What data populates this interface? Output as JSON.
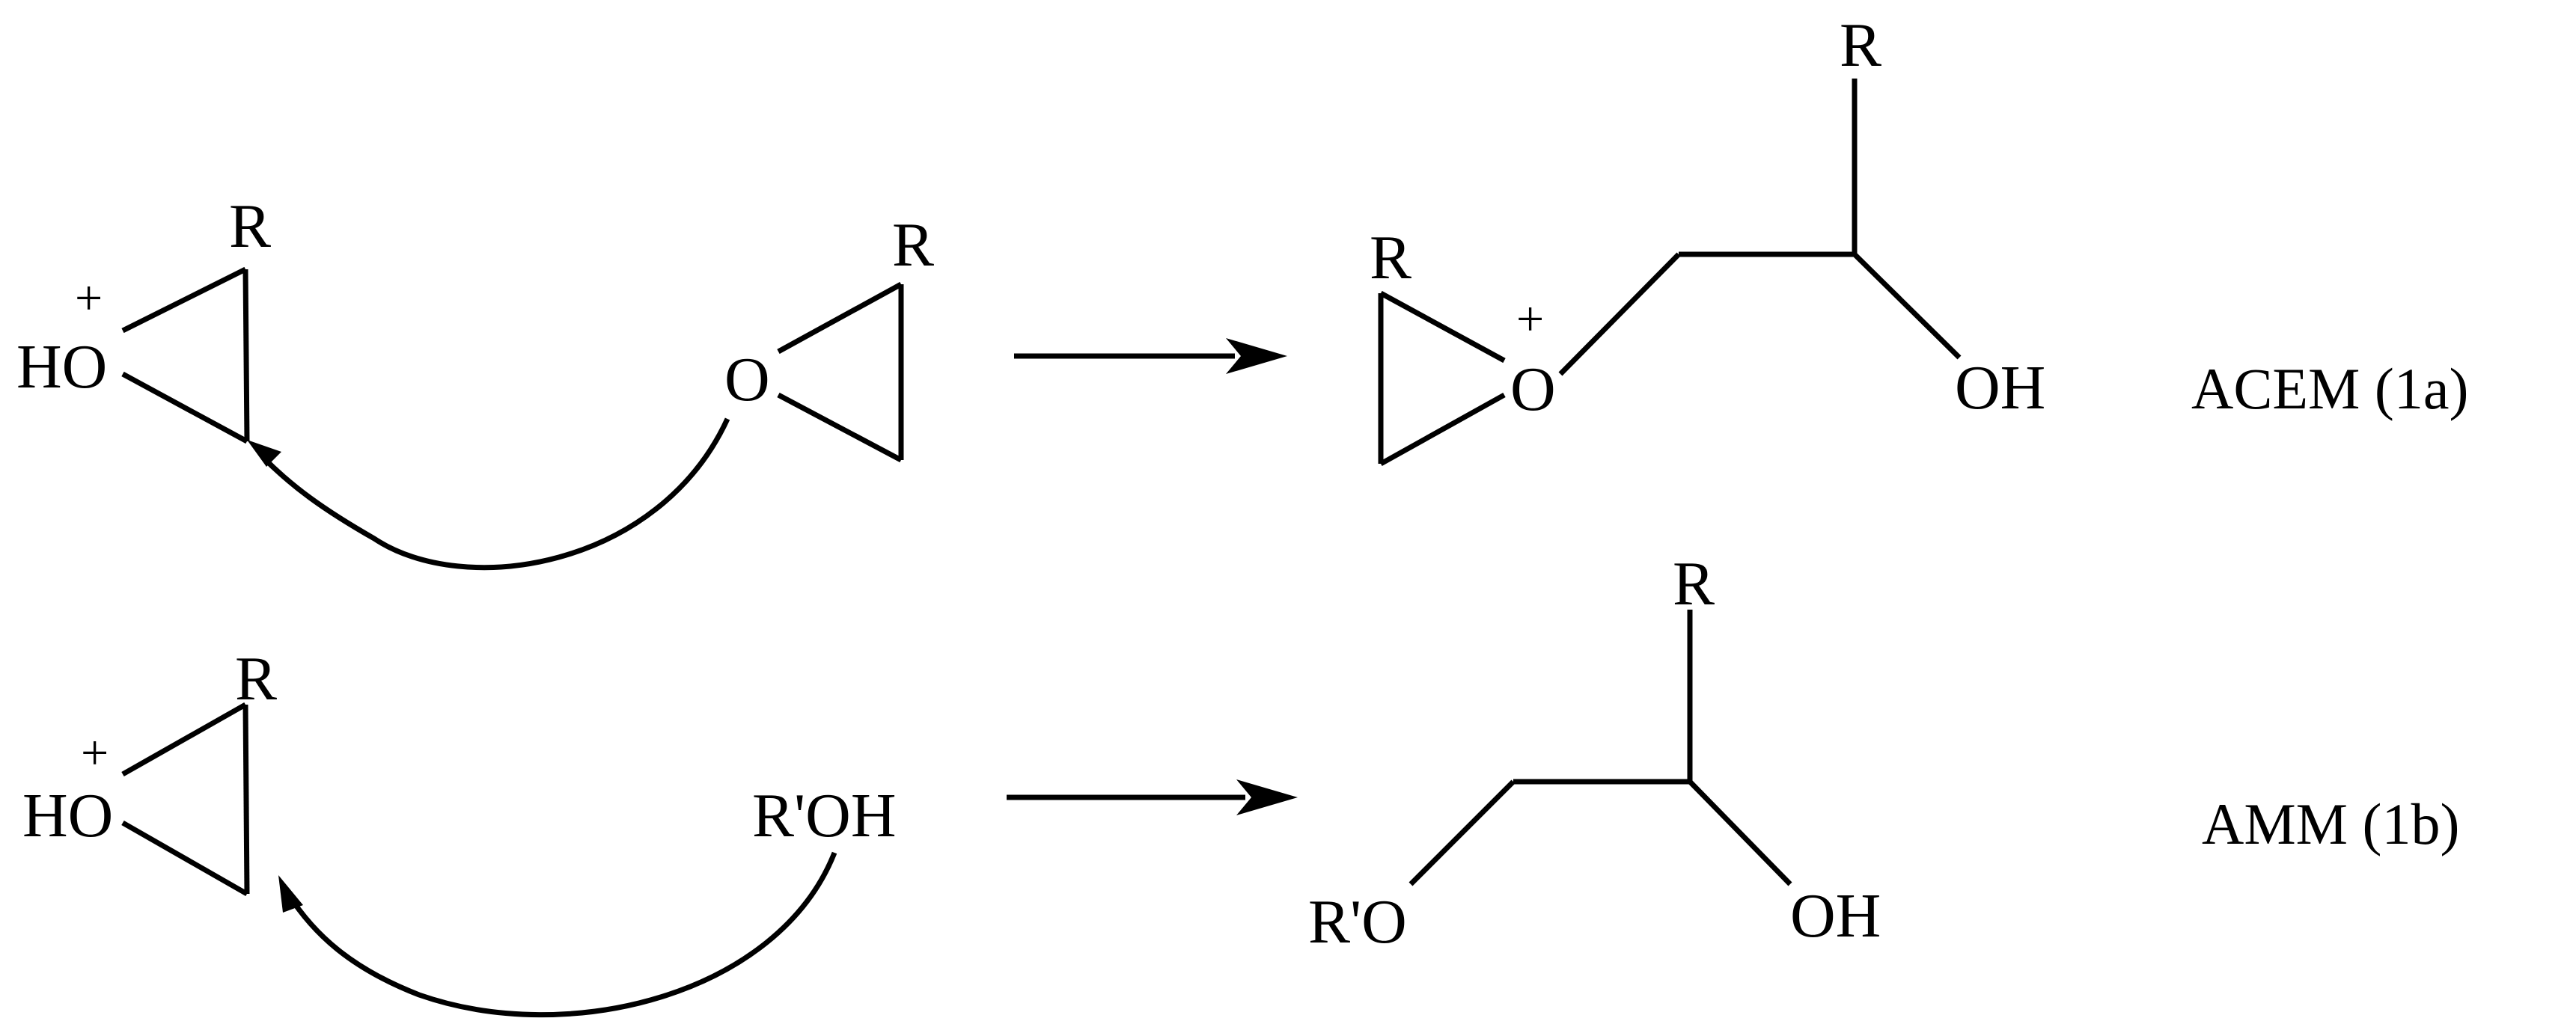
{
  "reactions": [
    {
      "reactant_protonated": {
        "substituent": "R",
        "oxygen": "HO",
        "charge": "+"
      },
      "nucleophile": {
        "substituent": "R",
        "oxygen": "O"
      },
      "product": {
        "ring_substituent": "R",
        "ring_oxygen": "O",
        "charge": "+",
        "chain_substituent": "R",
        "hydroxyl": "OH"
      },
      "label": "ACEM (1a)"
    },
    {
      "reactant_protonated": {
        "substituent": "R",
        "oxygen": "HO",
        "charge": "+"
      },
      "nucleophile": {
        "formula": "R'OH"
      },
      "product": {
        "ether": "R'O",
        "chain_substituent": "R",
        "hydroxyl": "OH"
      },
      "label": "AMM (1b)"
    }
  ]
}
